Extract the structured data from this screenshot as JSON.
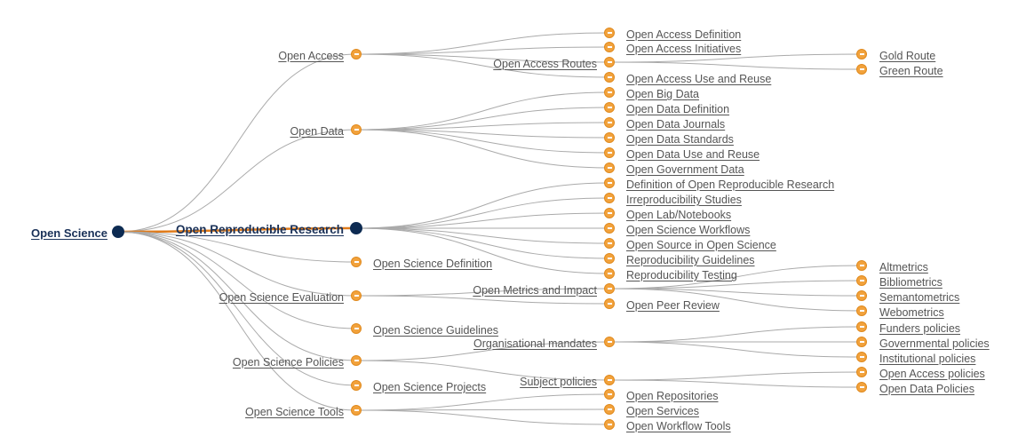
{
  "tree": {
    "root": {
      "label": "Open Science",
      "expanded": true
    },
    "branches": [
      {
        "label": "Open Access",
        "children": [
          {
            "label": "Open Access Definition"
          },
          {
            "label": "Open Access Initiatives"
          },
          {
            "label": "Open Access Routes",
            "children": [
              {
                "label": "Gold Route"
              },
              {
                "label": "Green Route"
              }
            ]
          },
          {
            "label": "Open Access Use and Reuse"
          }
        ]
      },
      {
        "label": "Open Data",
        "children": [
          {
            "label": "Open Big Data"
          },
          {
            "label": "Open Data Definition"
          },
          {
            "label": "Open Data Journals"
          },
          {
            "label": "Open Data Standards"
          },
          {
            "label": "Open Data Use and Reuse"
          },
          {
            "label": "Open Government Data"
          }
        ]
      },
      {
        "label": "Open Reproducible Research",
        "highlighted": true,
        "children": [
          {
            "label": "Definition of Open Reproducible Research"
          },
          {
            "label": "Irreproducibility Studies"
          },
          {
            "label": "Open Lab/Notebooks"
          },
          {
            "label": "Open Science Workflows"
          },
          {
            "label": "Open Source in Open Science"
          },
          {
            "label": "Reproducibility Guidelines"
          },
          {
            "label": "Reproducibility Testing"
          }
        ]
      },
      {
        "label": "Open Science Definition"
      },
      {
        "label": "Open Science Evaluation",
        "children": [
          {
            "label": "Open Metrics and Impact",
            "children": [
              {
                "label": "Altmetrics"
              },
              {
                "label": "Bibliometrics"
              },
              {
                "label": "Semantometrics"
              },
              {
                "label": "Webometrics"
              }
            ]
          },
          {
            "label": "Open Peer Review"
          }
        ]
      },
      {
        "label": "Open Science Guidelines"
      },
      {
        "label": "Open Science Policies",
        "children": [
          {
            "label": "Organisational mandates",
            "children": [
              {
                "label": "Funders policies"
              },
              {
                "label": "Governmental policies"
              },
              {
                "label": "Institutional policies"
              }
            ]
          },
          {
            "label": "Subject policies",
            "children": [
              {
                "label": "Open Access policies"
              },
              {
                "label": "Open Data Policies"
              }
            ]
          }
        ]
      },
      {
        "label": "Open Science Projects"
      },
      {
        "label": "Open Science Tools",
        "children": [
          {
            "label": "Open Repositories"
          },
          {
            "label": "Open Services"
          },
          {
            "label": "Open Workflow Tools"
          }
        ]
      }
    ]
  },
  "colors": {
    "link": "#aaaaaa",
    "highlight_link": "#e07b1a",
    "node_fill": "#f2a23c",
    "node_dark": "#0d2b52",
    "label": "#555555",
    "label_active": "#1a3158"
  }
}
